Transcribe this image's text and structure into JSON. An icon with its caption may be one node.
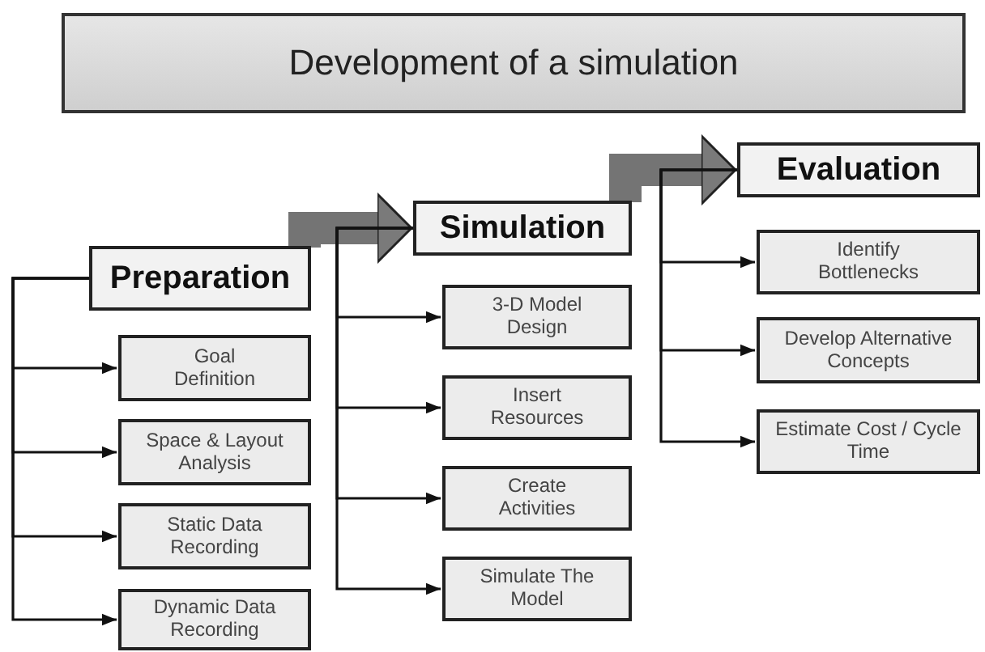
{
  "diagram": {
    "title": "Development of a simulation",
    "nodes": [
      {
        "text": [
          "Preparation"
        ]
      },
      {
        "text": [
          "Goal Definition"
        ]
      },
      {
        "text": [
          "Space & Layout Analysis"
        ]
      },
      {
        "text": [
          "Static Data Recording"
        ]
      },
      {
        "text": [
          "Dynamic Data Recording"
        ]
      },
      {
        "text": [
          "Simulation"
        ]
      },
      {
        "text": [
          "3-D Model Design"
        ]
      },
      {
        "text": [
          "Insert Resources"
        ]
      },
      {
        "text": [
          "Create Activities"
        ]
      },
      {
        "text": [
          "Simulate The Model"
        ]
      },
      {
        "text": [
          "Evaluation"
        ]
      },
      {
        "text": [
          "Identify Bottlenecks"
        ]
      },
      {
        "text": [
          "Develop Alternative Concepts"
        ]
      },
      {
        "text": [
          "Estimate Cost / Cycle Time"
        ]
      }
    ],
    "edges": [
      {
        "from": 0,
        "to": 5,
        "arrow": "to",
        "style": "thick",
        "color": "#747474"
      },
      {
        "from": 5,
        "to": 10,
        "arrow": "to",
        "style": "thick",
        "color": "#747474"
      },
      {
        "from": 0,
        "to": 1,
        "arrow": "to"
      },
      {
        "from": 0,
        "to": 2,
        "arrow": "to"
      },
      {
        "from": 0,
        "to": 3,
        "arrow": "to"
      },
      {
        "from": 0,
        "to": 4,
        "arrow": "to"
      },
      {
        "from": 5,
        "to": 6,
        "arrow": "to"
      },
      {
        "from": 5,
        "to": 7,
        "arrow": "to"
      },
      {
        "from": 5,
        "to": 8,
        "arrow": "to"
      },
      {
        "from": 5,
        "to": 9,
        "arrow": "to"
      },
      {
        "from": 10,
        "to": 11,
        "arrow": "to"
      },
      {
        "from": 10,
        "to": 12,
        "arrow": "to"
      },
      {
        "from": 10,
        "to": 13,
        "arrow": "to"
      }
    ]
  }
}
